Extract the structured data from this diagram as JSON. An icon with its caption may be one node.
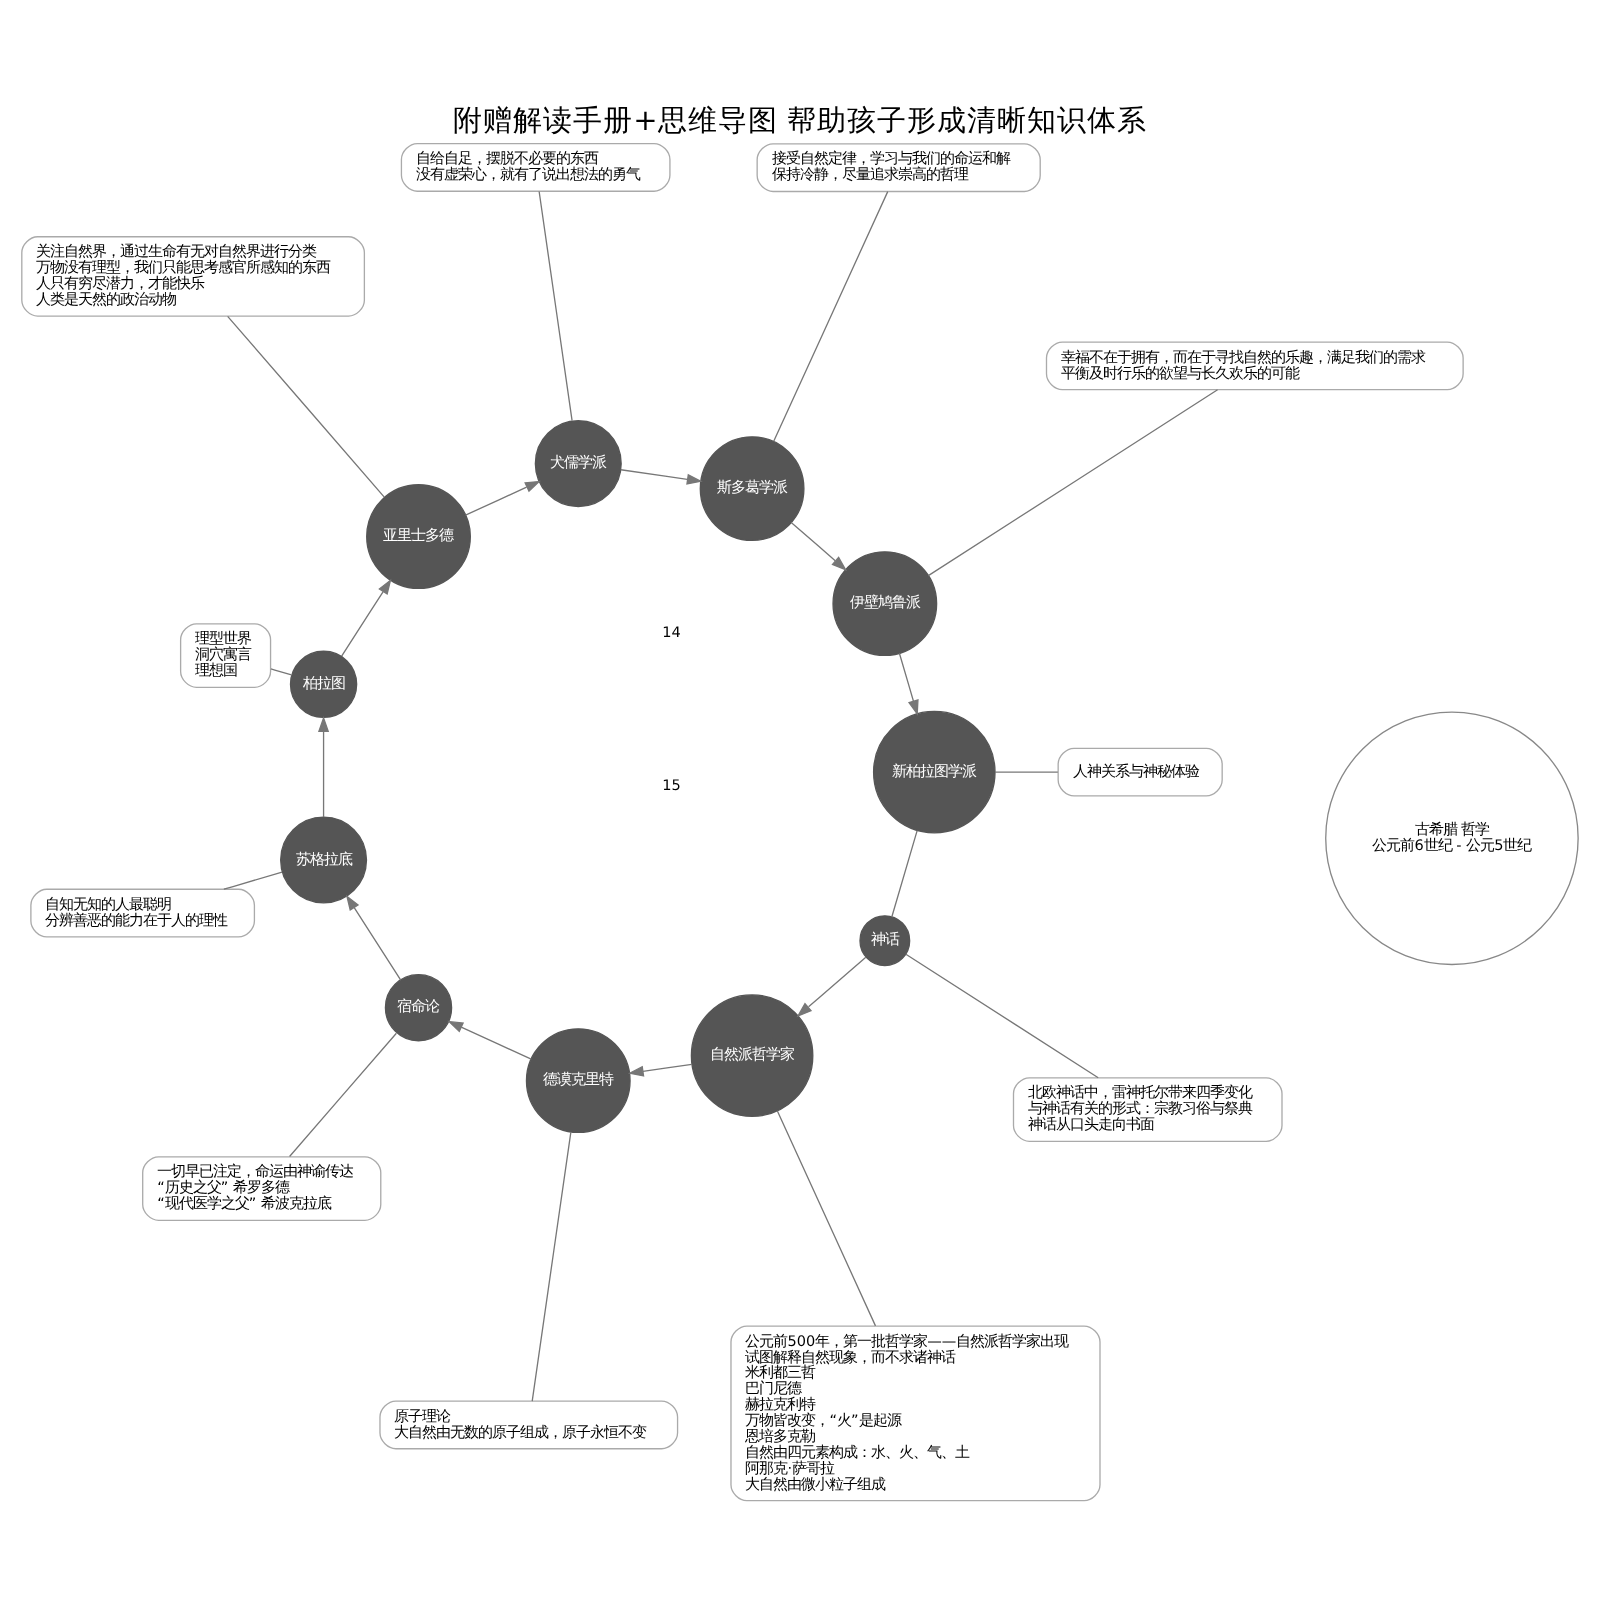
{
  "diagram": {
    "title": "附赠解读手册+思维导图 帮助孩子形成清晰知识体系",
    "nodes": [
      {
        "text": [
          "古希腊 哲学",
          "公元前6世纪 - 公元5世纪"
        ]
      },
      {
        "text": [
          "神话"
        ]
      },
      {
        "text": [
          "自然派哲学家"
        ]
      },
      {
        "text": [
          "德谟克里特"
        ]
      },
      {
        "text": [
          "宿命论"
        ]
      },
      {
        "text": [
          "苏格拉底"
        ]
      },
      {
        "text": [
          "柏拉图"
        ]
      },
      {
        "text": [
          "亚里士多德"
        ]
      },
      {
        "text": [
          "犬儒学派"
        ]
      },
      {
        "text": [
          "斯多葛学派"
        ]
      },
      {
        "text": [
          "伊壁鸠鲁派"
        ]
      },
      {
        "text": [
          "新柏拉图学派"
        ]
      },
      {
        "text": [
          "北欧神话中，雷神托尔带来四季变化",
          "与神话有关的形式：宗教习俗与祭典",
          "神话从口头走向书面"
        ]
      },
      {
        "text": [
          "公元前500年，第一批哲学家——自然派哲学家出现",
          "试图解释自然现象，而不求诸神话",
          "米利都三哲",
          "巴门尼德",
          "赫拉克利特",
          "万物皆改变，“火”是起源",
          "恩培多克勒",
          "自然由四元素构成：水、火、气、土",
          "阿那克·萨哥拉",
          "大自然由微小粒子组成"
        ]
      },
      {
        "text": [
          "原子理论",
          "大自然由无数的原子组成，原子永恒不变"
        ]
      },
      {
        "text": [
          "一切早已注定，命运由神谕传达",
          "“历史之父” 希罗多德",
          "“现代医学之父” 希波克拉底"
        ]
      },
      {
        "text": [
          "自知无知的人最聪明",
          "分辨善恶的能力在于人的理性"
        ]
      },
      {
        "text": [
          "理型世界",
          "洞穴寓言",
          "理想国"
        ]
      },
      {
        "text": [
          "关注自然界，通过生命有无对自然界进行分类",
          "万物没有理型，我们只能思考感官所感知的东西",
          "人只有穷尽潜力，才能快乐",
          "人类是天然的政治动物"
        ]
      },
      {
        "text": [
          "自给自足，摆脱不必要的东西",
          "没有虚荣心，就有了说出想法的勇气"
        ]
      },
      {
        "text": [
          "接受自然定律，学习与我们的命运和解",
          "保持冷静，尽量追求崇高的哲理"
        ]
      },
      {
        "text": [
          "幸福不在于拥有，而在于寻找自然的乐趣，满足我们的需求",
          "平衡及时行乐的欲望与长久欢乐的可能"
        ]
      },
      {
        "text": [
          "人神关系与神秘体验"
        ]
      }
    ],
    "edges": [
      {
        "from": 1,
        "to": 2,
        "arrow": "to"
      },
      {
        "from": 2,
        "to": 3,
        "arrow": "to"
      },
      {
        "from": 3,
        "to": 4,
        "arrow": "to"
      },
      {
        "from": 4,
        "to": 5,
        "arrow": "to"
      },
      {
        "from": 5,
        "to": 6,
        "arrow": "to"
      },
      {
        "from": 6,
        "to": 7,
        "arrow": "to"
      },
      {
        "from": 7,
        "to": 8,
        "arrow": "to"
      },
      {
        "from": 8,
        "to": 9,
        "arrow": "to"
      },
      {
        "from": 9,
        "to": 10,
        "arrow": "to"
      },
      {
        "from": 10,
        "to": 11,
        "arrow": "to"
      },
      {
        "from": 11,
        "to": 1,
        "arrow": "none"
      },
      {
        "from": 1,
        "to": 12,
        "arrow": "none"
      },
      {
        "from": 2,
        "to": 13,
        "arrow": "none"
      },
      {
        "from": 3,
        "to": 14,
        "arrow": "none"
      },
      {
        "from": 4,
        "to": 15,
        "arrow": "none"
      },
      {
        "from": 5,
        "to": 16,
        "arrow": "none"
      },
      {
        "from": 6,
        "to": 17,
        "arrow": "none"
      },
      {
        "from": 7,
        "to": 18,
        "arrow": "none"
      },
      {
        "from": 8,
        "to": 19,
        "arrow": "none"
      },
      {
        "from": 9,
        "to": 20,
        "arrow": "none"
      },
      {
        "from": 10,
        "to": 21,
        "arrow": "none"
      },
      {
        "from": 11,
        "to": 22,
        "arrow": "none"
      }
    ],
    "labels": [
      "14",
      "15"
    ]
  }
}
